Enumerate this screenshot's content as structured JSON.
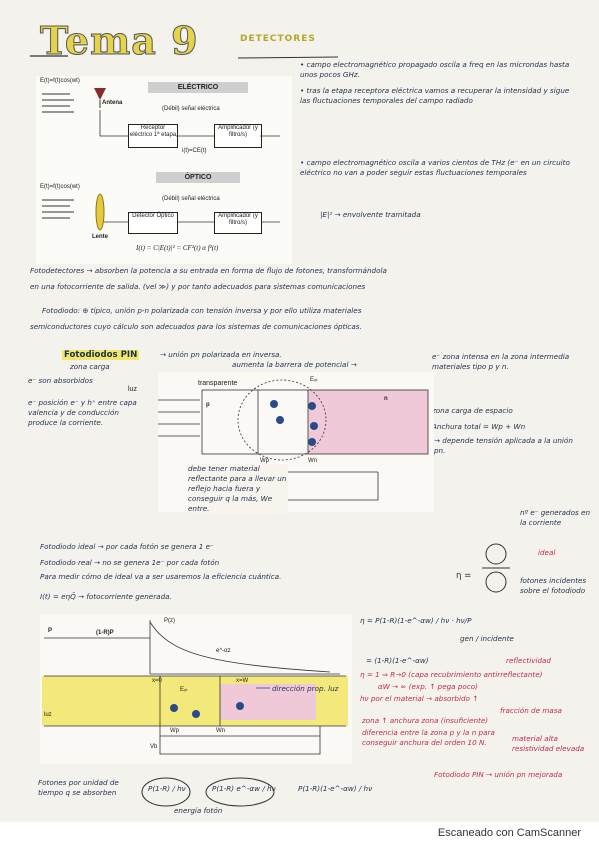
{
  "title": "Tema 9",
  "subtitle": "DETECTORES",
  "footer": "Escaneado con CamScanner",
  "figure1": {
    "left_signal": "E(t)=f(t)cos(wt)",
    "antena": "Antena",
    "electrico_band": "ELÉCTRICO",
    "debil1": "(Débil) señal eléctrica",
    "receptor": "Receptor eléctrico 1ª etapa",
    "amplificador1": "Amplificador (y filtro/s)",
    "it1": "i(t)=CE(t)",
    "optico_band": "ÓPTICO",
    "left_signal2": "E(t)=f(t)cos(wt)",
    "debil2": "(Débil) señal eléctrica",
    "detector": "Detector Óptico",
    "amplificador2": "Amplificador (y filtro/s)",
    "lente": "Lente",
    "formula": "I(t) = C|E(t)|² = CF²(t) α f²(t)"
  },
  "notes_right": [
    "• campo electromagnético propagado oscila a freq en las microndas hasta unos pocos GHz.",
    "• tras la etapa receptora eléctrica vamos a recuperar la intensidad y sigue las fluctuaciones temporales del campo radiado",
    "• campo electromagnético oscila a varios cientos de THz (e⁻ en un circuito eléctrico no van a poder seguir estas fluctuaciones temporales",
    "|E|² → envolvente tramitada"
  ],
  "fotodetectores": [
    "Fotodetectores → absorben la potencia a su entrada en forma de flujo de fotones, transformándola",
    "en una fotocorriente de salida. (vel ≫) y por tanto adecuados para sistemas comunicaciones",
    "Fotodiodo: ⊕ típico, unión p-n polarizada con tensión inversa y por ello utiliza materiales",
    "semiconductores cuyo cálculo son adecuados para los sistemas de comunicaciones ópticas."
  ],
  "pin": {
    "heading": "Fotodiodos PIN",
    "line1": "→ unión pn polarizada en inversa.",
    "line1b": "aumenta la barrera de potencial →",
    "zona_carga": "zona carga",
    "absorbidos": "e⁻ son absorbidos",
    "left_notes": "e⁻ posición e⁻ y h⁺ entre capa valencia y de conducción produce la corriente.",
    "luz": "luz",
    "transparente": "transparente",
    "right_top": "e⁻ zona intensa en la zona intermedia materiales tipo p y n.",
    "zona_espacio": "zona carga de espacio",
    "anchura": "Anchura total = Wp + Wn",
    "depende": "→ depende tensión aplicada a la unión pn.",
    "reflect_note": "debe tener material reflectante para a llevar un reflejo hacia fuera y conseguir q la más, We entre.",
    "Wp": "Wp",
    "Wn": "Wn",
    "Vb": "Vb",
    "Ext": "Eₓₜ",
    "p": "p",
    "n": "n"
  },
  "ideal": {
    "line1": "Fotodiodo ideal → por cada fotón se genera 1 e⁻",
    "line2": "Fotodiodo real → no se genera 1e⁻ por cada fotón",
    "line3": "Para medir cómo de ideal va a ser usaremos la eficiencia cuántica.",
    "eta": "η =",
    "line4": "I(t) = eηQ̄ → fotocorriente generada.",
    "ne_note": "nº e⁻ generados en la corriente",
    "ideal_lbl": "ideal",
    "fotones": "fotones incidentes sobre el fotodiodo"
  },
  "fig2": {
    "P": "P",
    "R1P": "(1-R)P",
    "Pz": "P(z)",
    "eaz": "e^-αz",
    "x0": "x=0",
    "xW": "x=W",
    "Ext": "Eₓₜ",
    "prop": "dirección prop. luz",
    "Wp": "Wp",
    "Wn": "Wn",
    "luz": "luz",
    "Vb": "Vb"
  },
  "eta_block": {
    "eq1": "η = P(1-R)(1-e^-αw) / hν · hν/P",
    "sub": "gen / incidente",
    "eq2": "= (1-R)(1-e^-αw)",
    "reflectividad": "reflectividad",
    "cond1": "η = 1 ⇒ R→0 (capa recubrimiento antirreflectante)",
    "cond2": "αW → ∞ (exp. ↑ pega poco)",
    "cond3": "hν por el material → absorbido ↑",
    "cond4": "fracción de masa",
    "cond5": "zona ↑ anchura zona (insuficiente)",
    "cond6": "diferencia entre la zona p y la n para conseguir anchura del orden 10 N.",
    "cond7": "material alta resistividad elevada",
    "pin_mejorada": "Fotodiodo PIN → unión pn mejorada"
  },
  "bottom": {
    "fotones_lbl": "Fotones por unidad de tiempo q se absorben",
    "f1": "P(1-R) / hν",
    "f2": "P(1-R) e^-αw / hν",
    "f3": "P(1-R)(1-e^-αw) / hν",
    "energia": "energía fotón"
  }
}
